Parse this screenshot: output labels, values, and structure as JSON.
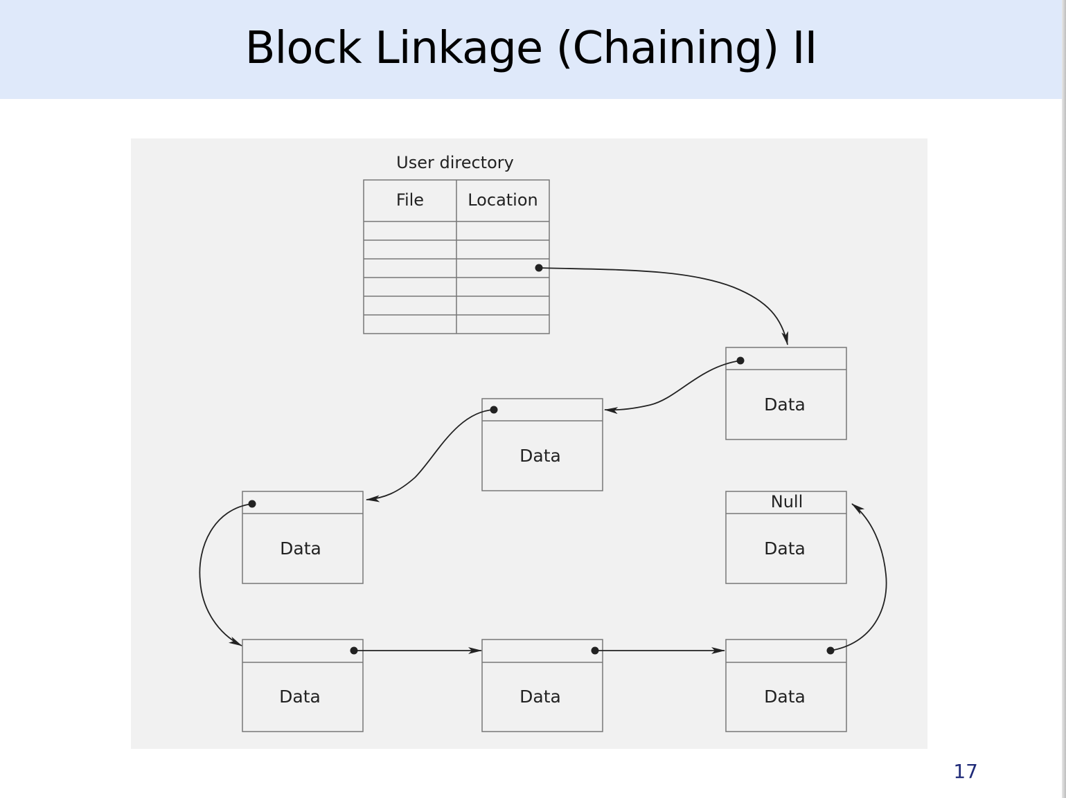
{
  "slide": {
    "title": "Block Linkage (Chaining) II",
    "page_number": "17"
  },
  "diagram": {
    "directory": {
      "caption": "User directory",
      "headers": [
        "File",
        "Location"
      ]
    },
    "blocks": [
      {
        "pointer": "",
        "content": "Data"
      },
      {
        "pointer": "",
        "content": "Data"
      },
      {
        "pointer": "",
        "content": "Data"
      },
      {
        "pointer": "",
        "content": "Data"
      },
      {
        "pointer": "",
        "content": "Data"
      },
      {
        "pointer": "",
        "content": "Data"
      },
      {
        "pointer": "Null",
        "content": "Data"
      }
    ]
  }
}
